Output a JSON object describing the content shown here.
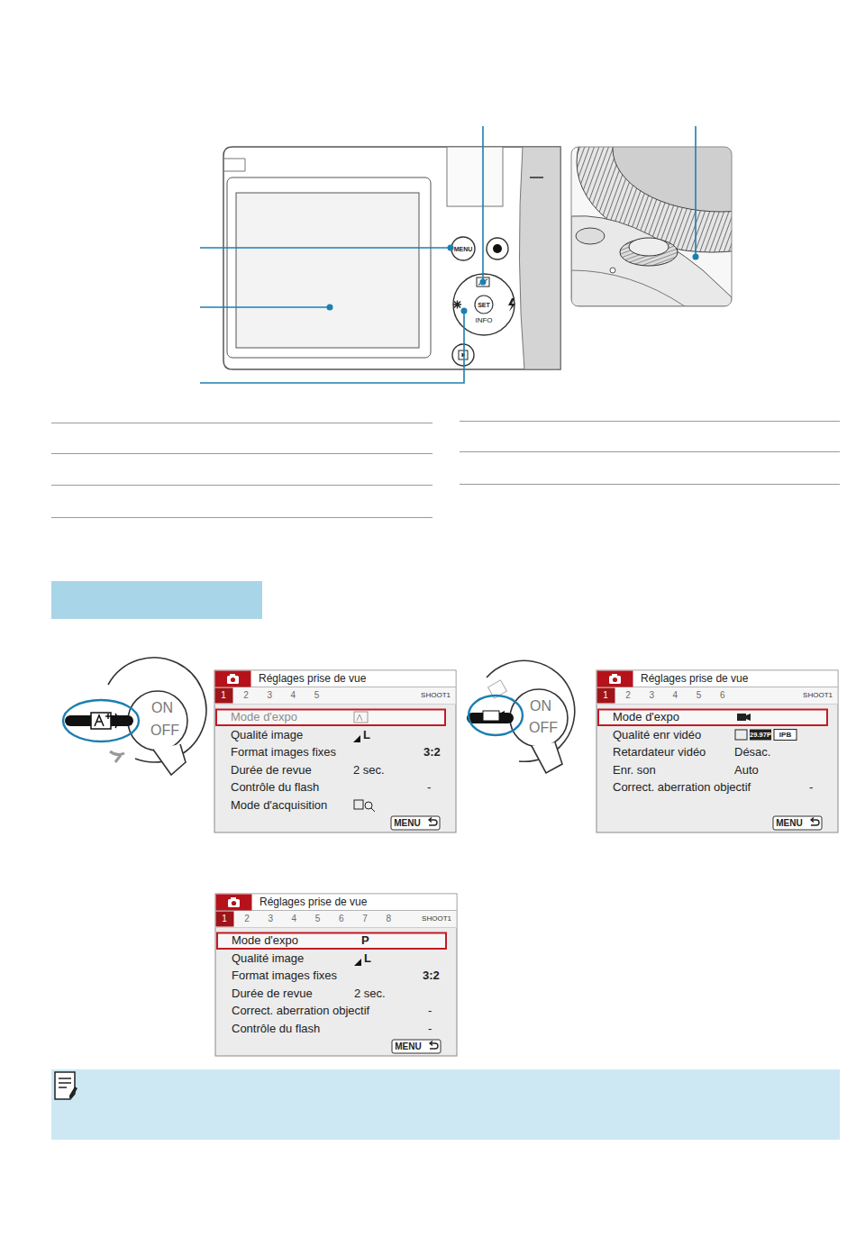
{
  "diagram": {
    "nodes": [
      {
        "text": [
          "Réglages prise de vue",
          "1",
          "2",
          "3",
          "4",
          "5",
          "SHOOT1",
          "Mode d'expo",
          "Qualité image",
          "L",
          "Format images fixes",
          "3:2",
          "Durée de revue",
          "2 sec.",
          "Contrôle du flash",
          "-",
          "Mode d'acquisition",
          "MENU"
        ]
      },
      {
        "text": [
          "Réglages prise de vue",
          "1",
          "2",
          "3",
          "4",
          "5",
          "6",
          "SHOOT1",
          "Mode d'expo",
          "Qualité enr vidéo",
          "29.97P",
          "IPB",
          "Retardateur vidéo",
          "Désac.",
          "Enr. son",
          "Auto",
          "Correct. aberration objectif",
          "-",
          "MENU"
        ]
      },
      {
        "text": [
          "Réglages prise de vue",
          "1",
          "2",
          "3",
          "4",
          "5",
          "6",
          "7",
          "8",
          "SHOOT1",
          "Mode d'expo",
          "P",
          "Qualité image",
          "L",
          "Format images fixes",
          "3:2",
          "Durée de revue",
          "2 sec.",
          "Correct. aberration objectif",
          "-",
          "Contrôle du flash",
          "-",
          "MENU"
        ]
      }
    ],
    "labels": [
      "MENU",
      "SET",
      "INFO",
      "ON",
      "OFF",
      "ON",
      "OFF"
    ]
  }
}
